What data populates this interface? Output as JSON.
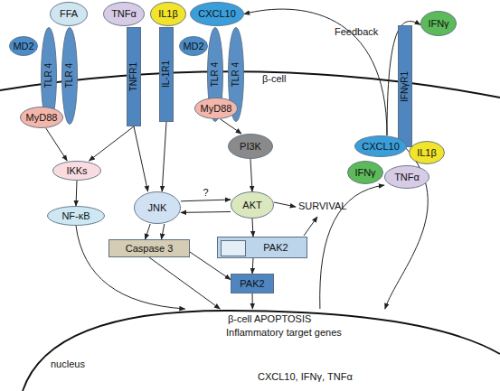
{
  "diagram": {
    "nodes": [
      {
        "text": [
          "FFA"
        ]
      },
      {
        "text": [
          "MD2"
        ]
      },
      {
        "text": [
          "TLR 4"
        ]
      },
      {
        "text": [
          "TLR 4"
        ]
      },
      {
        "text": [
          "MyD88"
        ]
      },
      {
        "text": [
          "TNFα"
        ]
      },
      {
        "text": [
          "TNFR1"
        ]
      },
      {
        "text": [
          "IL1β"
        ]
      },
      {
        "text": [
          "IL-1R1"
        ]
      },
      {
        "text": [
          "CXCL10"
        ]
      },
      {
        "text": [
          "MD2"
        ]
      },
      {
        "text": [
          "TLR 4"
        ]
      },
      {
        "text": [
          "TLR 4"
        ]
      },
      {
        "text": [
          "MyD88"
        ]
      },
      {
        "text": [
          "IFNγ"
        ]
      },
      {
        "text": [
          "IFNγR1"
        ]
      },
      {
        "text": [
          "PI3K"
        ]
      },
      {
        "text": [
          "CXCL10"
        ]
      },
      {
        "text": [
          "IL1β"
        ]
      },
      {
        "text": [
          "IKKs"
        ]
      },
      {
        "text": [
          "IFNγ"
        ]
      },
      {
        "text": [
          "TNFα"
        ]
      },
      {
        "text": [
          "JNK"
        ]
      },
      {
        "text": [
          "AKT"
        ]
      },
      {
        "text": [
          "NF-κB"
        ]
      },
      {
        "text": [
          "Caspase 3"
        ]
      },
      {
        "text": [
          "PAK2"
        ]
      },
      {
        "text": [
          "PAK2"
        ]
      },
      {
        "text": [
          "β-cell APOPTOSIS",
          "Inflammatory target genes",
          "nucleus",
          "CXCL10, IFNγ, TNFα"
        ]
      }
    ],
    "edges": [
      {
        "from": 4,
        "to": 19,
        "arrow": "to"
      },
      {
        "from": 6,
        "to": 19,
        "arrow": "to"
      },
      {
        "from": 6,
        "to": 22,
        "arrow": "to"
      },
      {
        "from": 8,
        "to": 22,
        "arrow": "to"
      },
      {
        "from": 13,
        "to": 16,
        "arrow": "to"
      },
      {
        "from": 16,
        "to": 23,
        "arrow": "to"
      },
      {
        "from": 22,
        "to": 23,
        "label": "?",
        "arrow": "to"
      },
      {
        "from": 23,
        "to": 22,
        "arrow": "to"
      },
      {
        "from": 19,
        "to": 24,
        "arrow": "to"
      },
      {
        "from": 24,
        "to": 28,
        "arrow": "to"
      },
      {
        "from": 22,
        "to": 25,
        "arrow": "to"
      },
      {
        "from": 22,
        "to": 25,
        "arrow": "to"
      },
      {
        "from": 23,
        "to": 26,
        "arrow": "to"
      },
      {
        "from": 25,
        "to": 27,
        "arrow": "to"
      },
      {
        "from": 26,
        "to": 27,
        "arrow": "to"
      },
      {
        "from": 25,
        "to": 28,
        "arrow": "to"
      },
      {
        "from": 27,
        "to": 28,
        "arrow": "to"
      },
      {
        "from": 28,
        "to": 21,
        "arrow": "to"
      },
      {
        "from": 17,
        "to": 9,
        "arrow": "to"
      },
      {
        "from": 17,
        "to": 14,
        "arrow": "to"
      },
      {
        "from": 15,
        "to": 28,
        "arrow": "to"
      }
    ],
    "labels": [
      "β-cell",
      "Feedback",
      "SURVIVAL"
    ]
  }
}
